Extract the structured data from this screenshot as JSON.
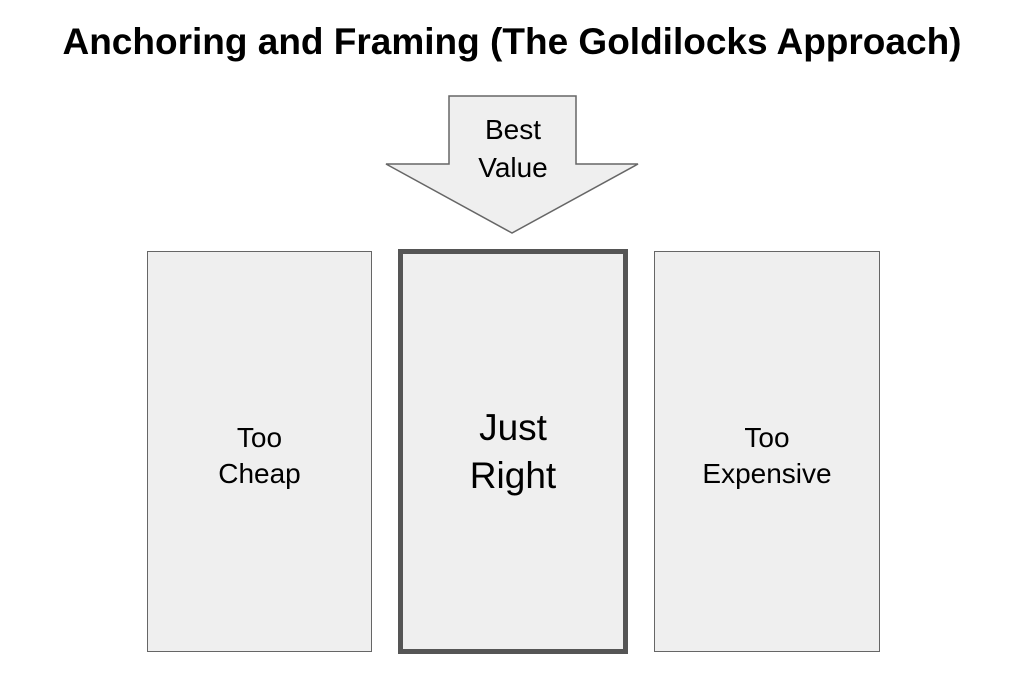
{
  "title": "Anchoring and Framing (The Goldilocks Approach)",
  "arrow": {
    "line1": "Best",
    "line2": "Value",
    "fill": "#efefef",
    "stroke": "#666666"
  },
  "boxes": [
    {
      "line1": "Too",
      "line2": "Cheap",
      "highlighted": false
    },
    {
      "line1": "Just",
      "line2": "Right",
      "highlighted": true
    },
    {
      "line1": "Too",
      "line2": "Expensive",
      "highlighted": false
    }
  ],
  "colors": {
    "box_fill": "#efefef",
    "box_border": "#666666",
    "highlight_border": "#555555"
  }
}
